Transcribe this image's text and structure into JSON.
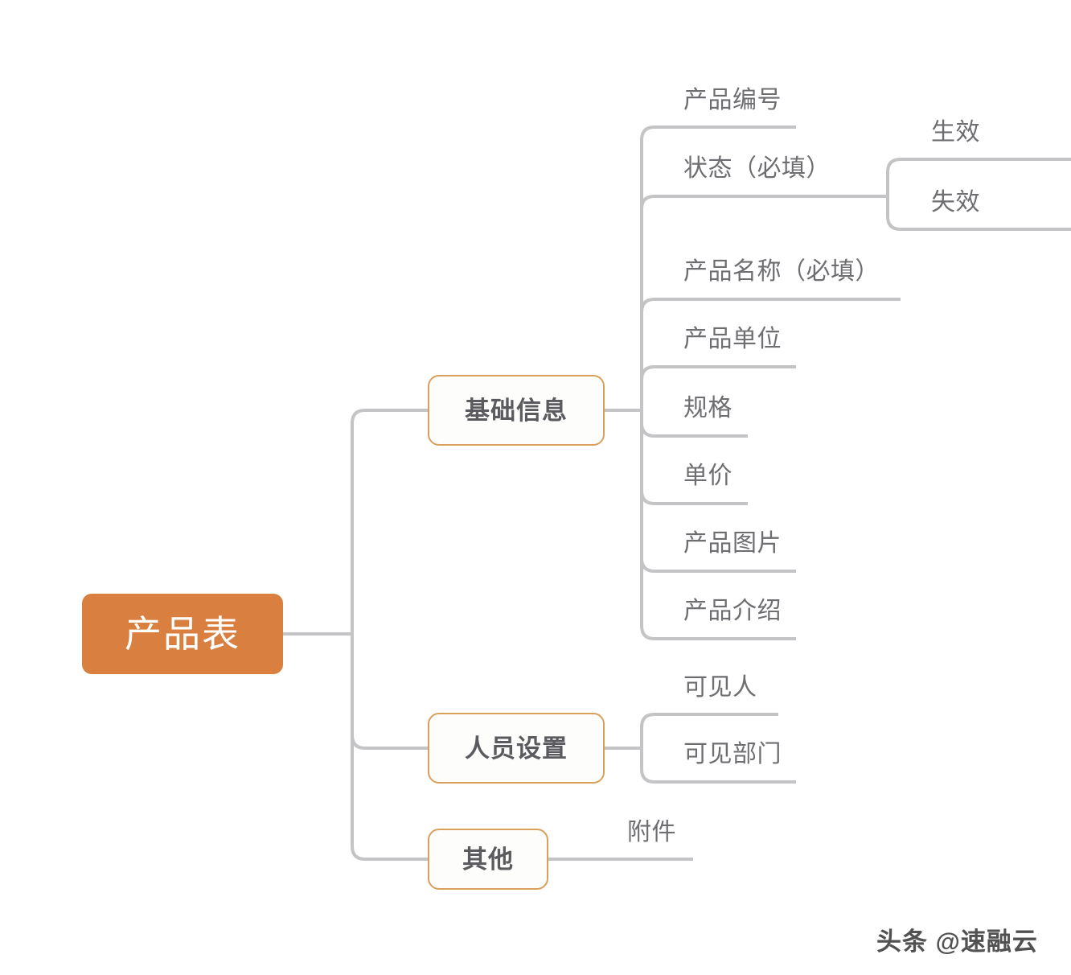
{
  "diagram": {
    "type": "mindmap",
    "title": "产品表",
    "colors": {
      "root_fill": "#d97f3f",
      "root_text": "#ffffff",
      "branch_border": "#d9a05b",
      "branch_fill": "#fdfdfc",
      "branch_text": "#5b5b5f",
      "leaf_text": "#6e6e72",
      "connector": "#c4c4c6",
      "background": "#ffffff"
    },
    "root": {
      "label": "产品表"
    },
    "branches": [
      {
        "label": "基础信息",
        "children": [
          {
            "label": "产品编号",
            "children": []
          },
          {
            "label": "状态（必填）",
            "children": [
              {
                "label": "生效"
              },
              {
                "label": "失效"
              }
            ]
          },
          {
            "label": "产品名称（必填）",
            "children": []
          },
          {
            "label": "产品单位",
            "children": []
          },
          {
            "label": "规格",
            "children": []
          },
          {
            "label": "单价",
            "children": []
          },
          {
            "label": "产品图片",
            "children": []
          },
          {
            "label": "产品介绍",
            "children": []
          }
        ]
      },
      {
        "label": "人员设置",
        "children": [
          {
            "label": "可见人",
            "children": []
          },
          {
            "label": "可见部门",
            "children": []
          }
        ]
      },
      {
        "label": "其他",
        "children": [
          {
            "label": "附件",
            "children": []
          }
        ]
      }
    ]
  },
  "watermark": {
    "text": "头条 @速融云"
  }
}
